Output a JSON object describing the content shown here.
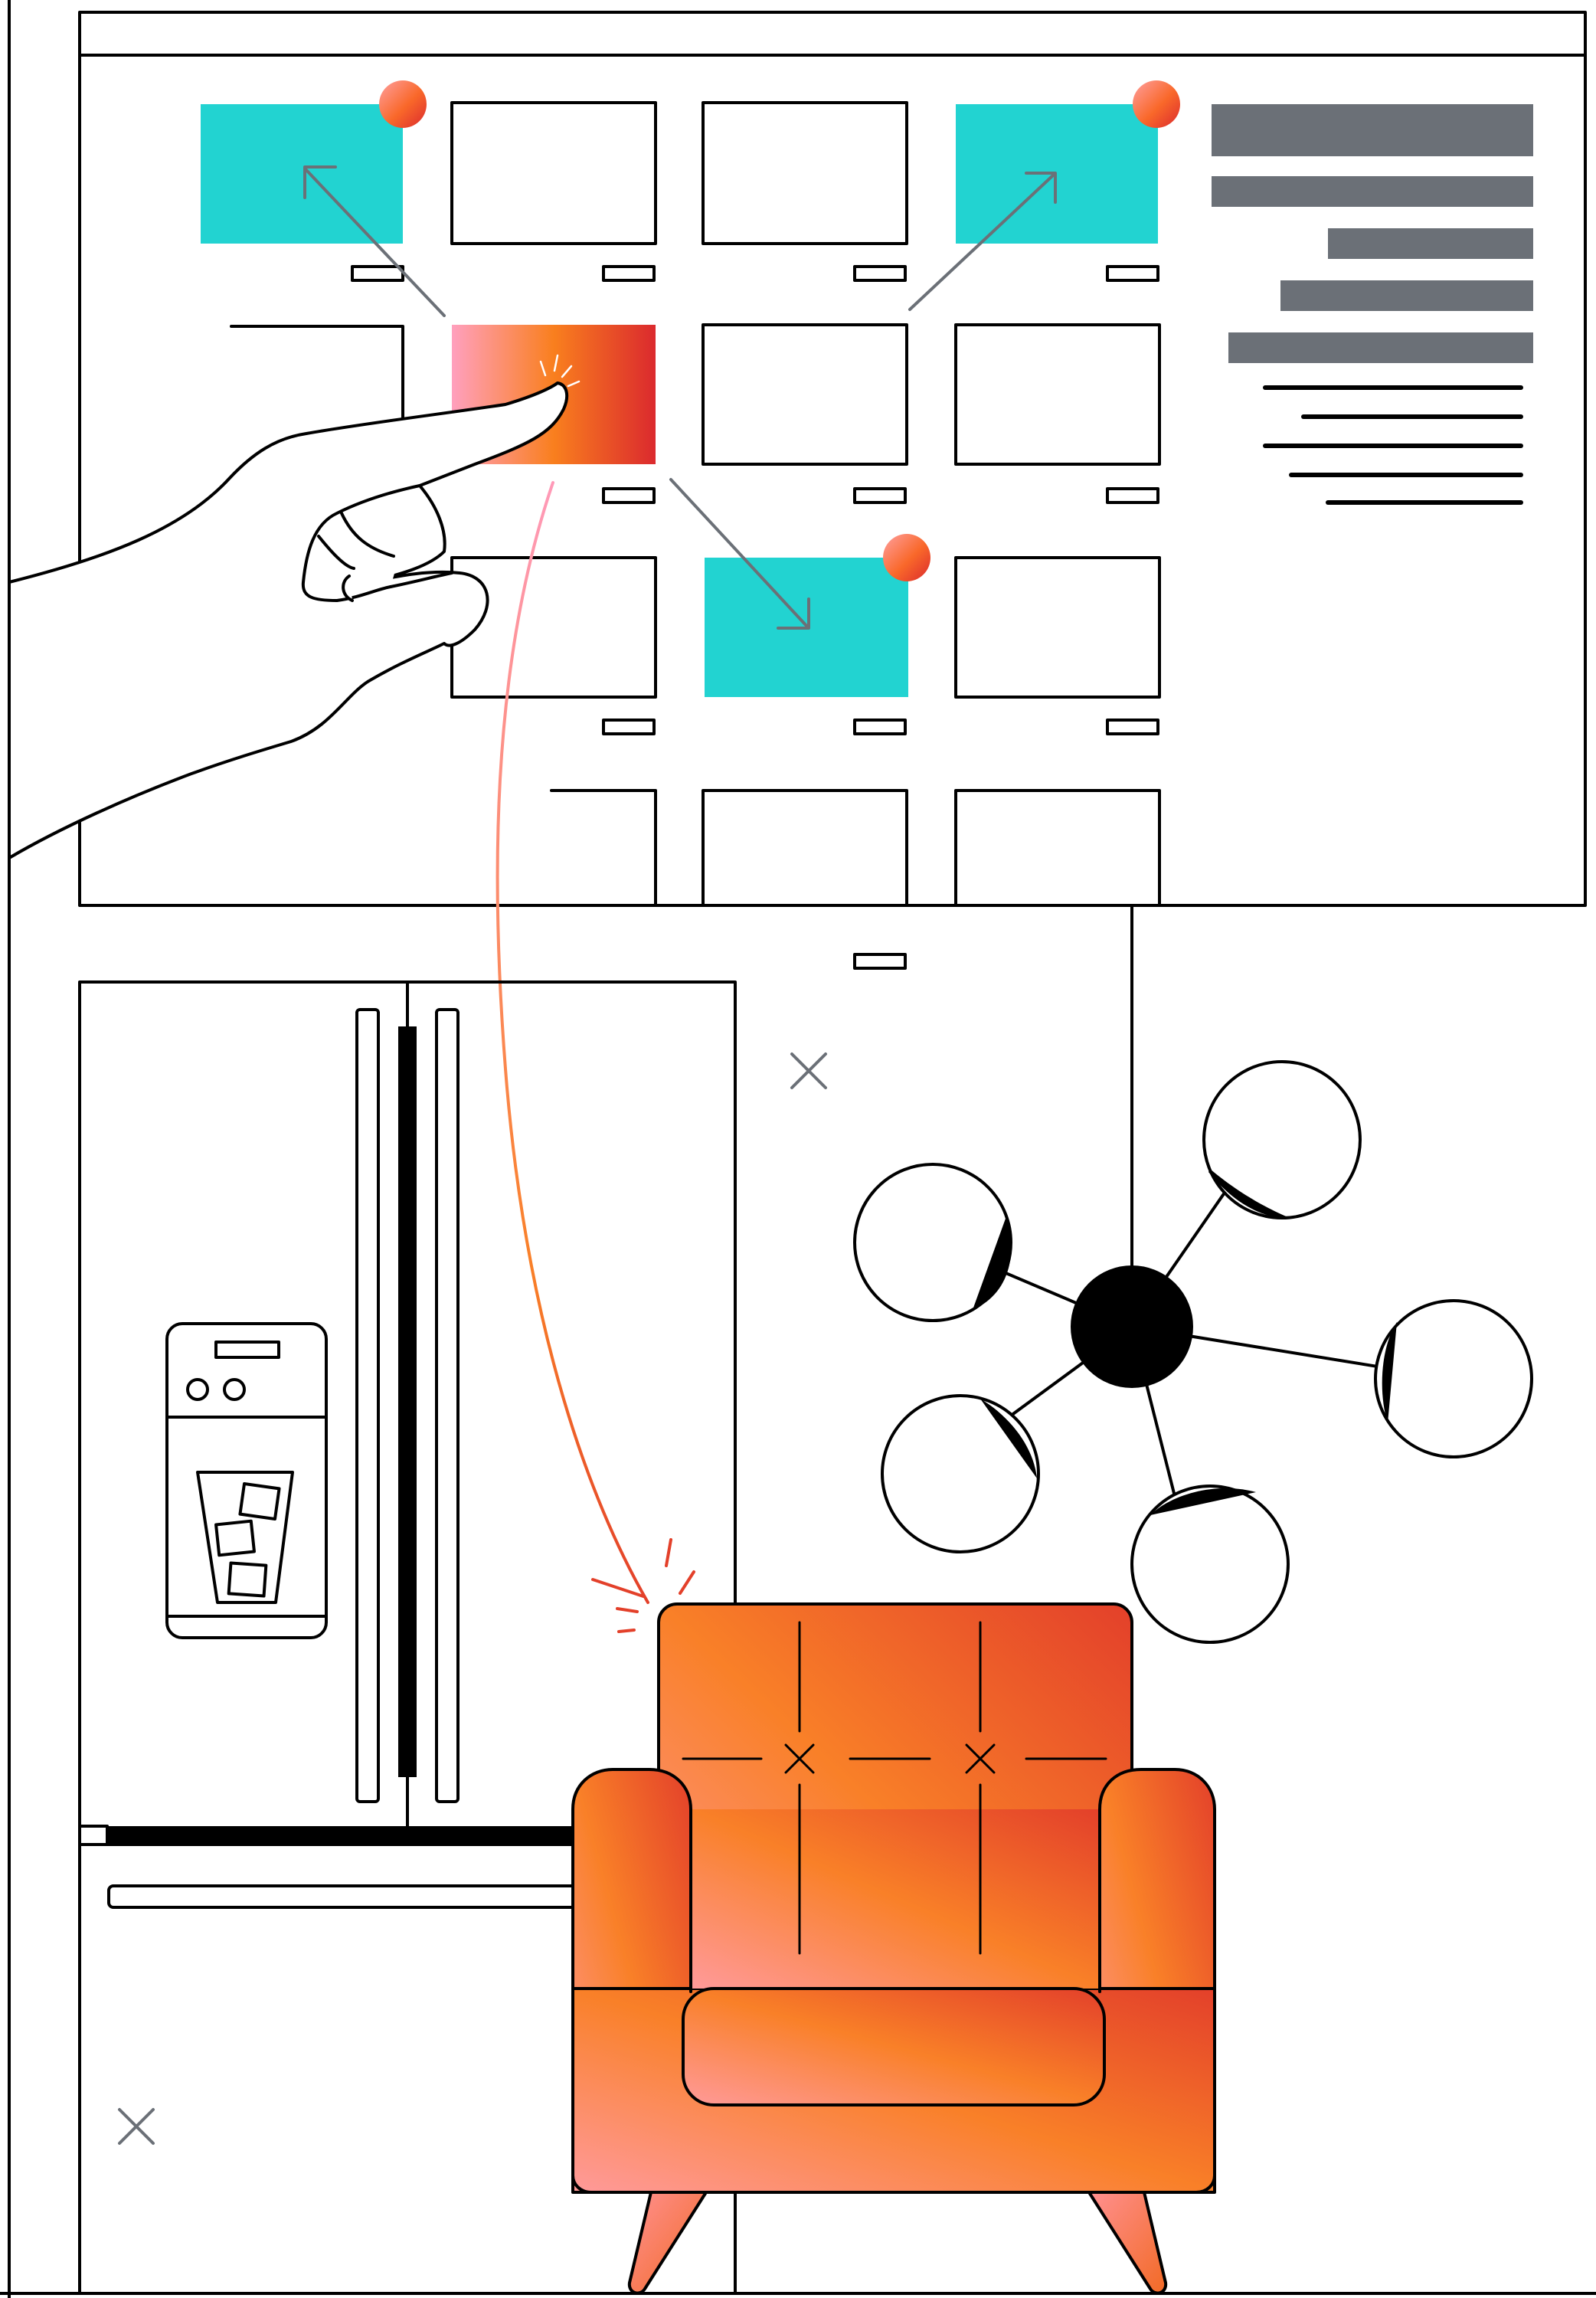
{
  "colors": {
    "outline": "#000000",
    "accent_teal": "#22d3d1",
    "text_bar_gray": "#6b7077",
    "arrow_gray": "#6b7077",
    "gradient_pink": "#ffa0be",
    "gradient_orange": "#f97f1e",
    "gradient_red": "#db2a2e",
    "chair_light": "#ff9a8c",
    "chair_mid": "#f98028",
    "chair_dark": "#e34a25"
  },
  "screen": {
    "highlighted_tiles": 3,
    "selected_tile": 1,
    "notification_badges": 3
  },
  "icons": [
    "pointing-hand-icon",
    "refrigerator-icon",
    "armchair-icon",
    "network-hub-icon",
    "close-icon"
  ]
}
